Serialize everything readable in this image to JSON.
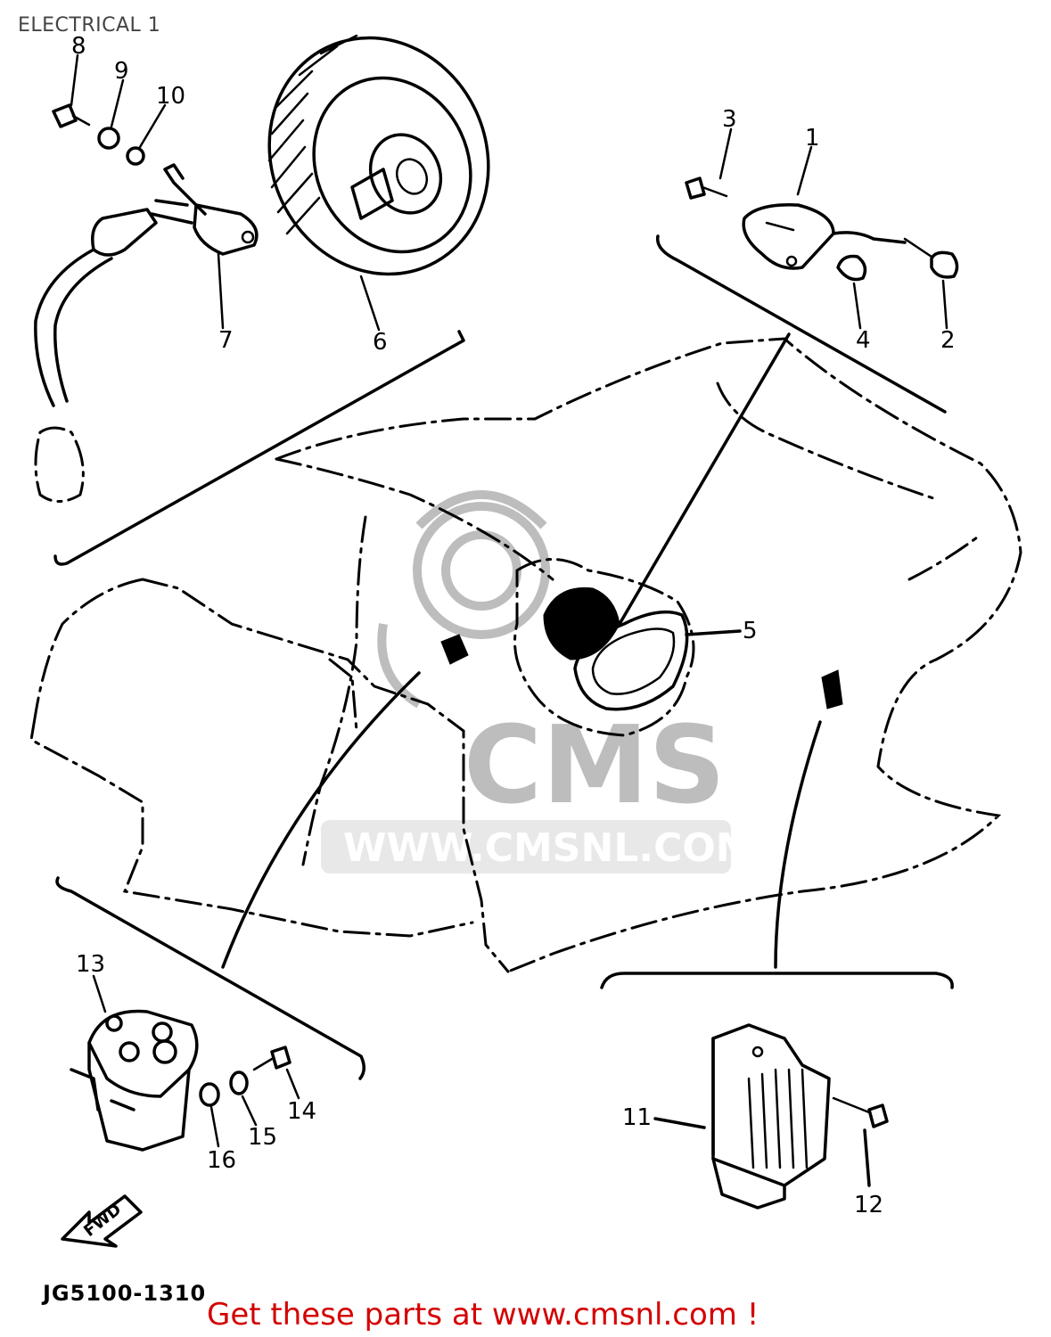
{
  "title": "ELECTRICAL 1",
  "drawing_code": "JG5100-1310",
  "footer_text": "Get these parts at www.cmsnl.com !",
  "watermark": {
    "brand": "CMS",
    "url": "WWW.CMSNL.COM",
    "color": "#bdbdbd"
  },
  "front_arrow_label": "FWD",
  "callouts": [
    "1",
    "2",
    "3",
    "4",
    "5",
    "6",
    "7",
    "8",
    "9",
    "10",
    "11",
    "12",
    "13",
    "14",
    "15",
    "16"
  ],
  "colors": {
    "line": "#000000",
    "footer": "#d40000",
    "title": "#444444"
  }
}
